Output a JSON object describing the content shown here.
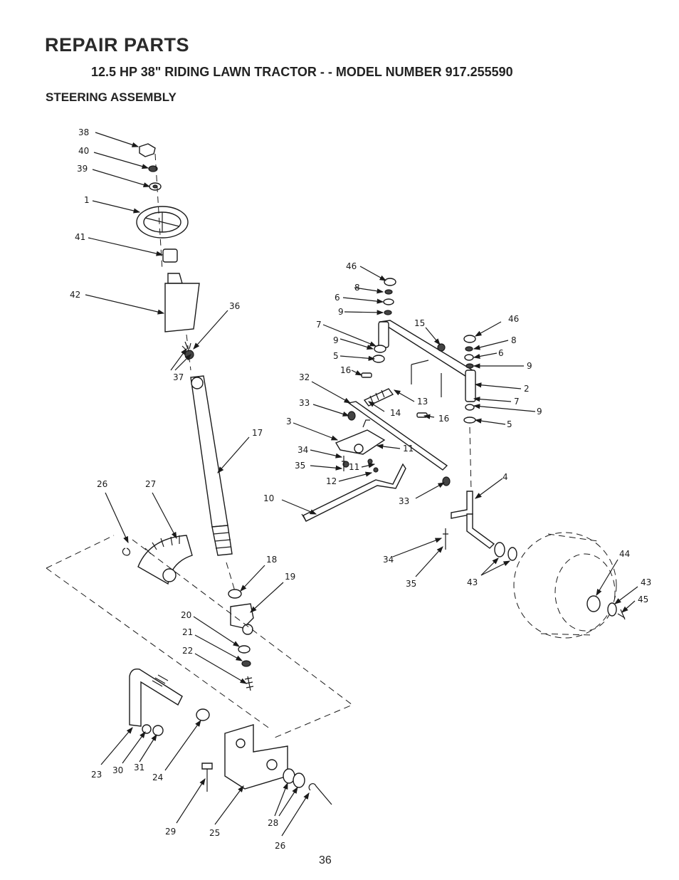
{
  "header": {
    "title": "REPAIR PARTS",
    "model": "12.5 HP 38\" RIDING LAWN TRACTOR - - MODEL NUMBER 917.255590",
    "section": "STEERING ASSEMBLY"
  },
  "diagram": {
    "callouts": [
      "38",
      "40",
      "39",
      "1",
      "41",
      "42",
      "36",
      "37",
      "17",
      "26",
      "27",
      "18",
      "19",
      "20",
      "21",
      "22",
      "23",
      "30",
      "31",
      "24",
      "29",
      "25",
      "28",
      "26",
      "46",
      "8",
      "6",
      "9",
      "7",
      "9",
      "5",
      "16",
      "15",
      "46",
      "8",
      "6",
      "9",
      "2",
      "7",
      "9",
      "5",
      "32",
      "33",
      "13",
      "14",
      "16",
      "3",
      "11",
      "34",
      "35",
      "11",
      "12",
      "10",
      "33",
      "4",
      "34",
      "35",
      "43",
      "44",
      "43",
      "45"
    ]
  },
  "footer": {
    "page_number": "36"
  }
}
